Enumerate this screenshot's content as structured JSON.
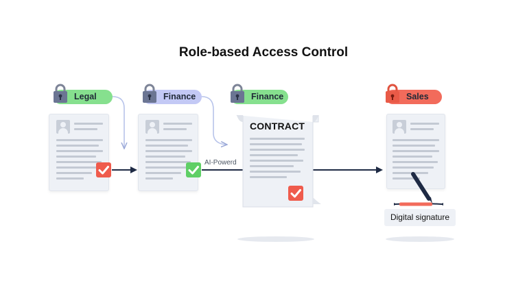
{
  "title": "Role-based Access Control",
  "roles": [
    "Legal",
    "Finance",
    "Finance",
    "Sales"
  ],
  "contract_title": "CONTRACT",
  "edge_label": "AI-Powerd",
  "signature_label": "Digital signature",
  "colors": {
    "legal": "#86e08e",
    "finance": "#c3c9f5",
    "finance_green": "#86e08e",
    "sales": "#f26b5b",
    "check_red": "#ef5b4c",
    "check_green": "#5fcf66",
    "arrow": "#1e2a44",
    "connector": "#b7c3ea"
  },
  "icons": [
    "lock-icon",
    "checkmark-icon",
    "pen-icon",
    "user-avatar-icon"
  ]
}
